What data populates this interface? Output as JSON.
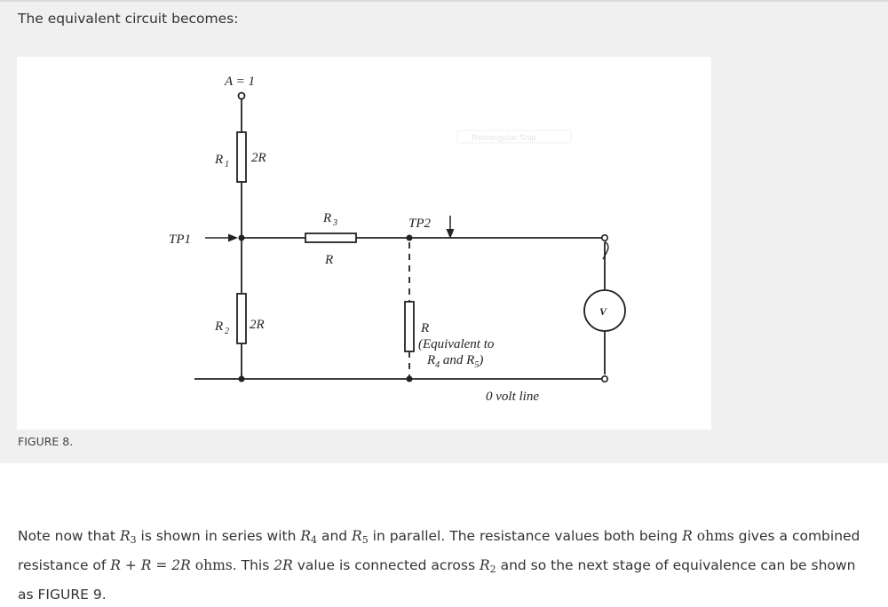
{
  "section": {
    "intro": "The equivalent circuit becomes:",
    "caption": "FIGURE 8."
  },
  "figure": {
    "input_label": "A = 1",
    "r1_name": "R",
    "r1_sub": "1",
    "r1_value": "2R",
    "r2_name": "R",
    "r2_sub": "2",
    "r2_value": "2R",
    "r3_name": "R",
    "r3_sub": "3",
    "r3_value": "R",
    "tp1": "TP1",
    "tp2": "TP2",
    "req_value": "R",
    "req_note_line1": "(Equivalent to",
    "req_note_line2_a": "R",
    "req_note_line2_sub_a": "4",
    "req_note_line2_b": " and R",
    "req_note_line2_sub_b": "5",
    "req_note_line2_c": ")",
    "voltmeter": "V",
    "zero_line": "0 volt line",
    "overlay_text": "Rectangular Snip"
  },
  "paragraph": {
    "p1": "Note now that ",
    "r3": "R",
    "r3_sub": "3",
    "p2": " is shown in series with ",
    "r4": "R",
    "r4_sub": "4",
    "p3": " and ",
    "r5": "R",
    "r5_sub": "5",
    "p4": " in parallel. The resistance values both being ",
    "r": "R",
    "ohms": " ohms",
    "p5": " gives a combined resistance of ",
    "expr": "R + R = 2R",
    "ohms2": " ohms",
    "p6": ". This ",
    "two_r": "2R",
    "p7": " value is connected across ",
    "r2": "R",
    "r2_sub": "2",
    "p8": " and so the next stage of equivalence can be shown as FIGURE 9."
  }
}
